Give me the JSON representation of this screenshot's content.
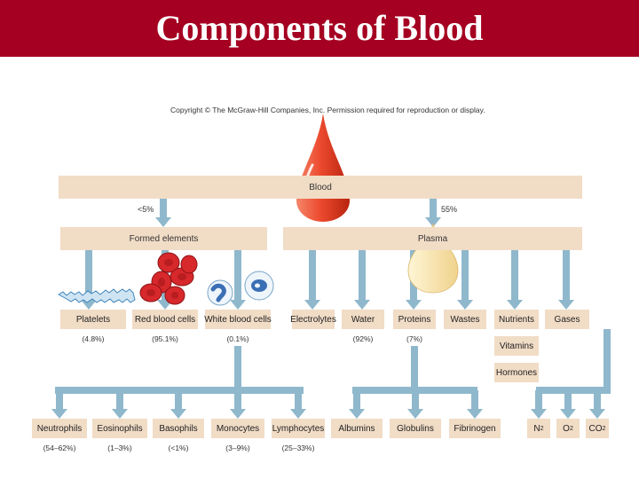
{
  "title": "Components of Blood",
  "copyright": "Copyright © The McGraw-Hill Companies, Inc. Permission required for reproduction or display.",
  "blood": {
    "label": "Blood",
    "formed_pct": "<5%",
    "plasma_pct": "55%"
  },
  "level2": {
    "formed": "Formed elements",
    "plasma": "Plasma"
  },
  "formed_elements": [
    {
      "label": "Platelets",
      "pct": "(4.8%)"
    },
    {
      "label": "Red blood cells",
      "pct": "(95.1%)"
    },
    {
      "label": "White blood cells",
      "pct": "(0.1%)"
    }
  ],
  "plasma_parts": [
    {
      "label": "Electrolytes",
      "pct": ""
    },
    {
      "label": "Water",
      "pct": "(92%)"
    },
    {
      "label": "Proteins",
      "pct": "(7%)"
    },
    {
      "label": "Wastes",
      "pct": ""
    },
    {
      "label": "Nutrients",
      "pct": ""
    },
    {
      "label": "Gases",
      "pct": ""
    }
  ],
  "nutrient_extras": [
    "Vitamins",
    "Hormones"
  ],
  "wbc_types": [
    {
      "label": "Neutrophils",
      "pct": "(54–62%)"
    },
    {
      "label": "Eosinophils",
      "pct": "(1–3%)"
    },
    {
      "label": "Basophils",
      "pct": "(<1%)"
    },
    {
      "label": "Monocytes",
      "pct": "(3–9%)"
    },
    {
      "label": "Lymphocytes",
      "pct": "(25–33%)"
    }
  ],
  "proteins": [
    "Albumins",
    "Globulins",
    "Fibrinogen"
  ],
  "gases": [
    {
      "symbol": "N",
      "sub": "2"
    },
    {
      "symbol": "O",
      "sub": "2"
    },
    {
      "symbol": "CO",
      "sub": "2"
    }
  ],
  "colors": {
    "header": "#a50021",
    "box": "#f1dcc6",
    "arrow": "#8fb8cc",
    "blood_drop": "#e9492f",
    "rbc": "#d7282c",
    "plasma_drop": "#f7e2a8"
  }
}
